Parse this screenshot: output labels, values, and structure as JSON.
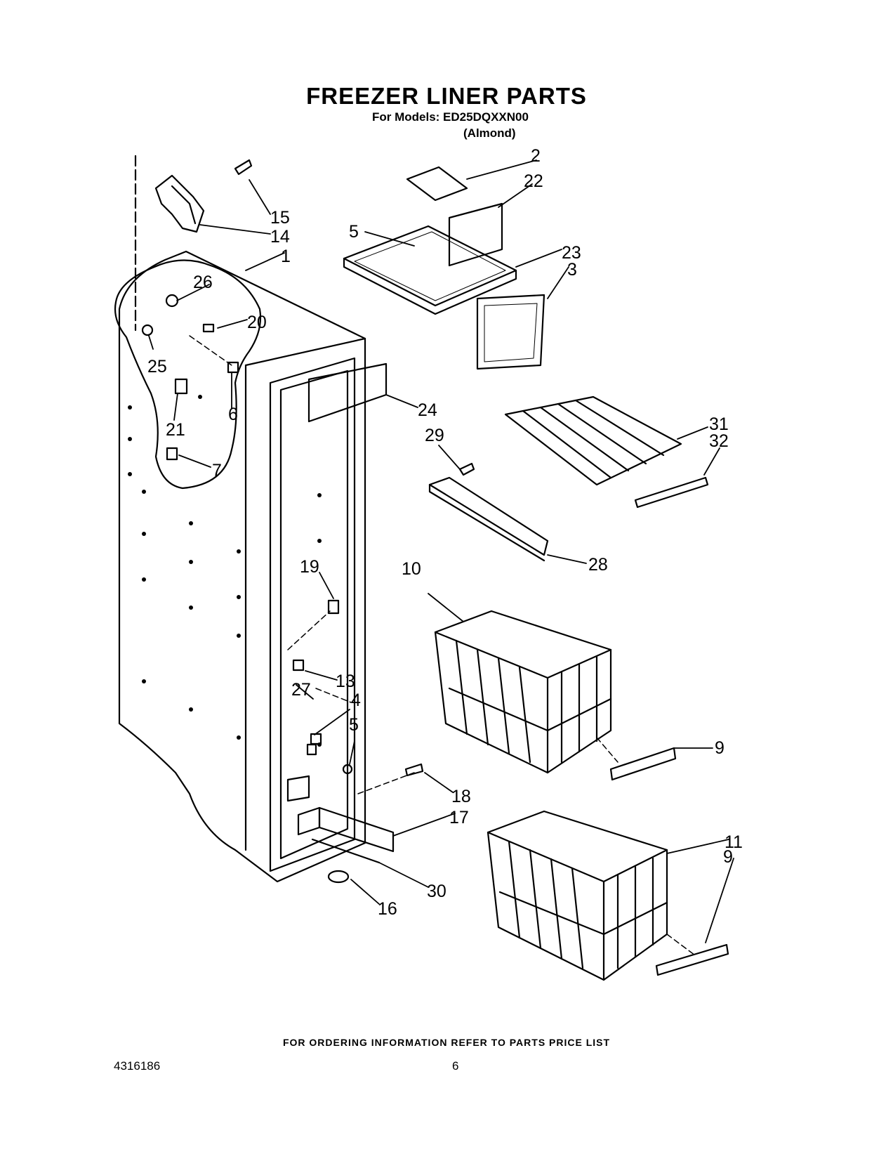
{
  "header": {
    "title": "FREEZER LINER PARTS",
    "models_line": "For Models: ED25DQXXN00",
    "finish_line": "(Almond)"
  },
  "footer": {
    "ordering_note": "FOR ORDERING INFORMATION REFER TO PARTS PRICE LIST",
    "document_number": "4316186",
    "page_number": "6"
  },
  "callouts": [
    "1",
    "2",
    "3",
    "4",
    "5",
    "6",
    "7",
    "9",
    "10",
    "11",
    "13",
    "14",
    "15",
    "16",
    "17",
    "18",
    "19",
    "20",
    "21",
    "22",
    "23",
    "24",
    "25",
    "26",
    "27",
    "28",
    "29",
    "30",
    "31",
    "32"
  ]
}
